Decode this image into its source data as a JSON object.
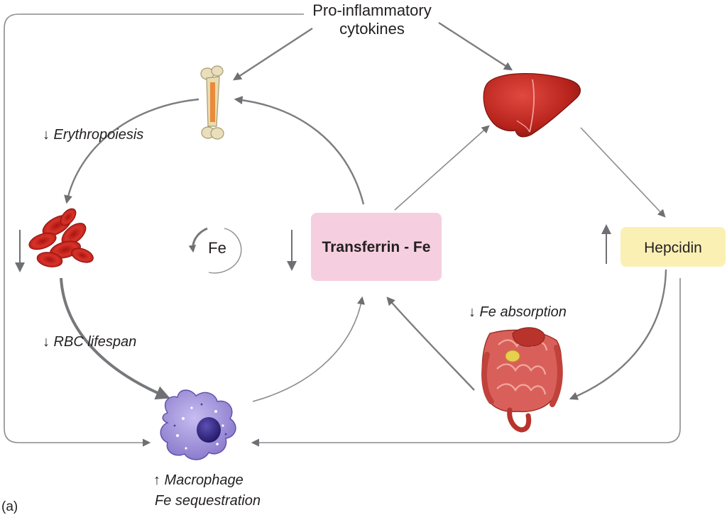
{
  "panel_label": "(a)",
  "nodes": {
    "cytokines": {
      "line1": "Pro-inflammatory",
      "line2": "cytokines"
    },
    "transferrin": {
      "label": "Transferrin - Fe"
    },
    "hepcidin": {
      "label": "Hepcidin"
    },
    "fe_cycle": {
      "label": "Fe"
    },
    "macrophage": {
      "line1": "↑ Macrophage",
      "line2": "Fe sequestration"
    }
  },
  "annotations": {
    "erythropoiesis": "↓ Erythropoiesis",
    "rbc_lifespan": "↓ RBC lifespan",
    "fe_absorption": "↓ Fe absorption",
    "rbc_down": "↓",
    "transferrin_down": "↓",
    "hepcidin_up": "↑"
  },
  "colors": {
    "transferrin_box": "#f5cfe0",
    "hepcidin_box": "#fbf0b4",
    "arrow": "#7b7d80",
    "liver": "#c42d25",
    "rbc": "#d42a22",
    "macrophage": "#a79ad8",
    "bone": "#e6d9b0"
  },
  "icons": [
    "bone-icon",
    "liver-icon",
    "red-blood-cells-icon",
    "macrophage-icon",
    "intestine-icon",
    "cycle-arrow-icon"
  ]
}
